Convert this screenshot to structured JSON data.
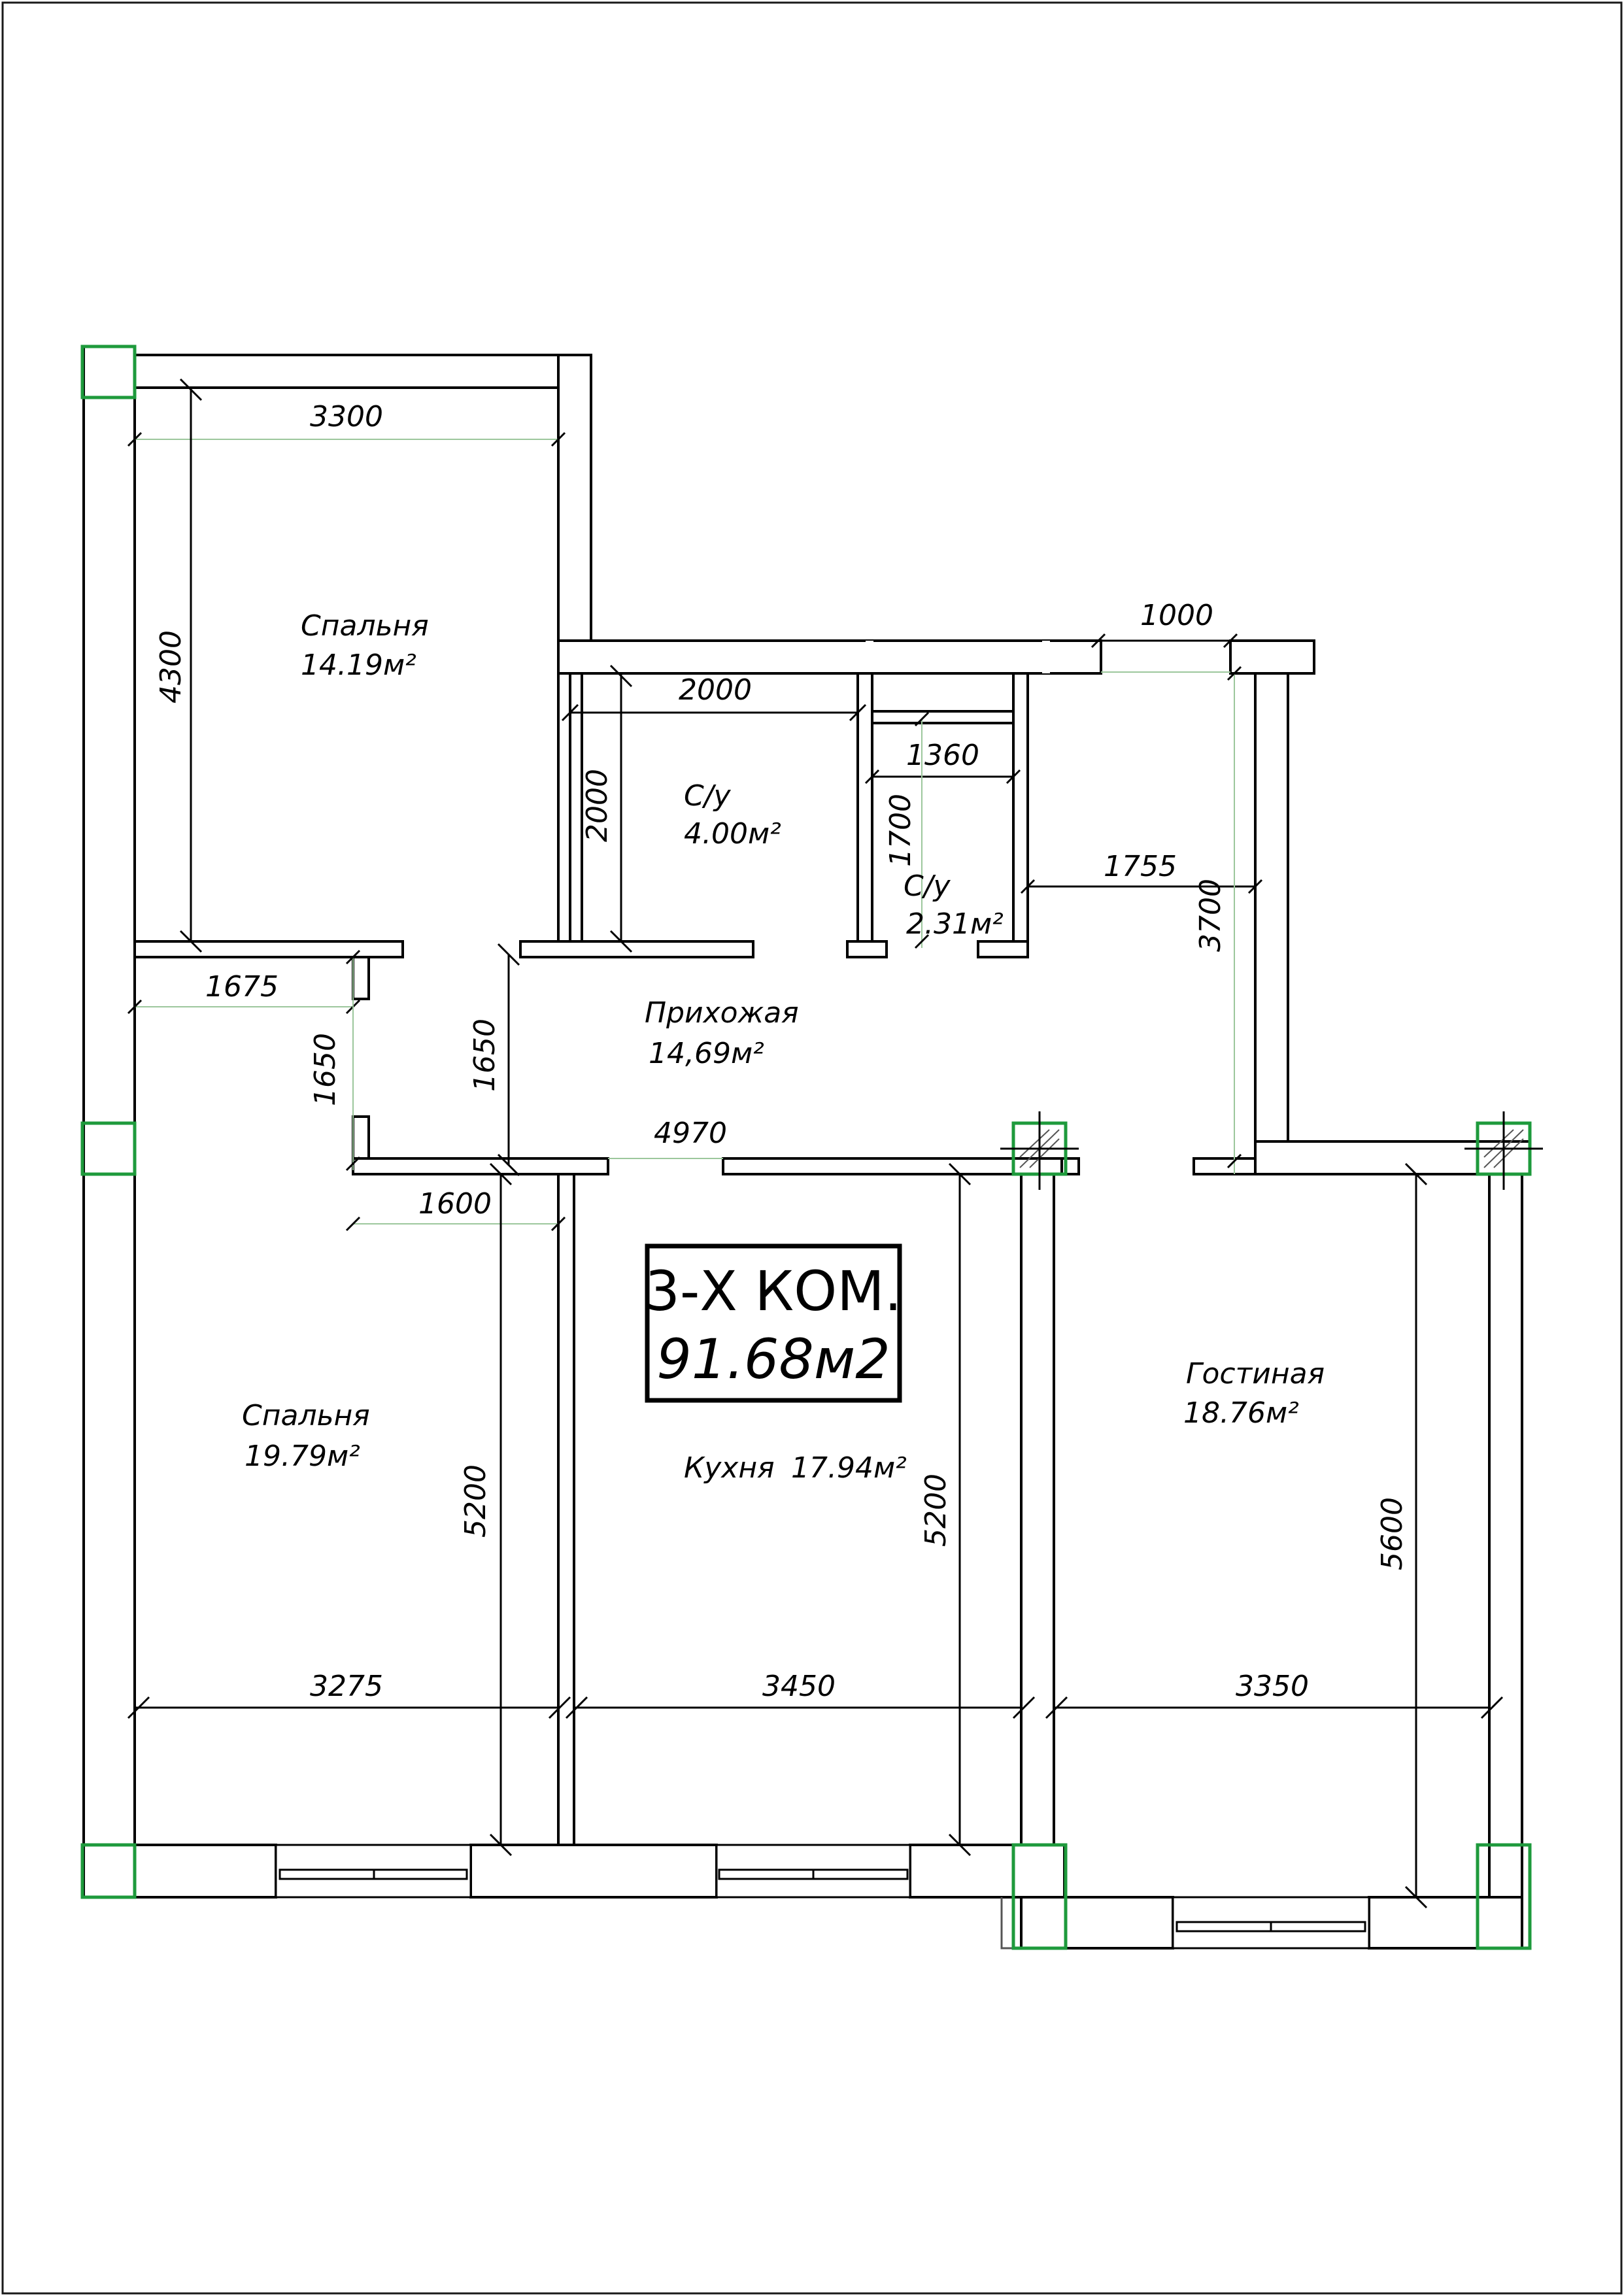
{
  "plan": {
    "title": "3-Х КОМ.",
    "total_area": "91.68м2"
  },
  "rooms": {
    "bedroom_top": {
      "name": "Спальня",
      "area": "14.19м²"
    },
    "bathroom_large": {
      "name": "С/у",
      "area": "4.00м²"
    },
    "bathroom_small": {
      "name": "С/у",
      "area": "2.31м²"
    },
    "hallway": {
      "name": "Прихожая",
      "area": "14,69м²"
    },
    "bedroom_bottom": {
      "name": "Спальня",
      "area": "19.79м²"
    },
    "kitchen": {
      "name": "Кухня",
      "area": "17.94м²"
    },
    "living_room": {
      "name": "Гостиная",
      "area": "18.76м²"
    }
  },
  "dimensions": {
    "d3300": "3300",
    "d4300": "4300",
    "d1000": "1000",
    "d2000_h": "2000",
    "d2000_v": "2000",
    "d1360": "1360",
    "d1700": "1700",
    "d1755": "1755",
    "d3700": "3700",
    "d1675": "1675",
    "d1650_left": "1650",
    "d1650_mid": "1650",
    "d4970": "4970",
    "d1600": "1600",
    "d5200_left": "5200",
    "d5200_right": "5200",
    "d5600": "5600",
    "d3275": "3275",
    "d3450": "3450",
    "d3350": "3350"
  },
  "colors": {
    "column_outline": "#1e9a3c",
    "wall": "#000000",
    "dimension_guide": "#9cc79c"
  }
}
